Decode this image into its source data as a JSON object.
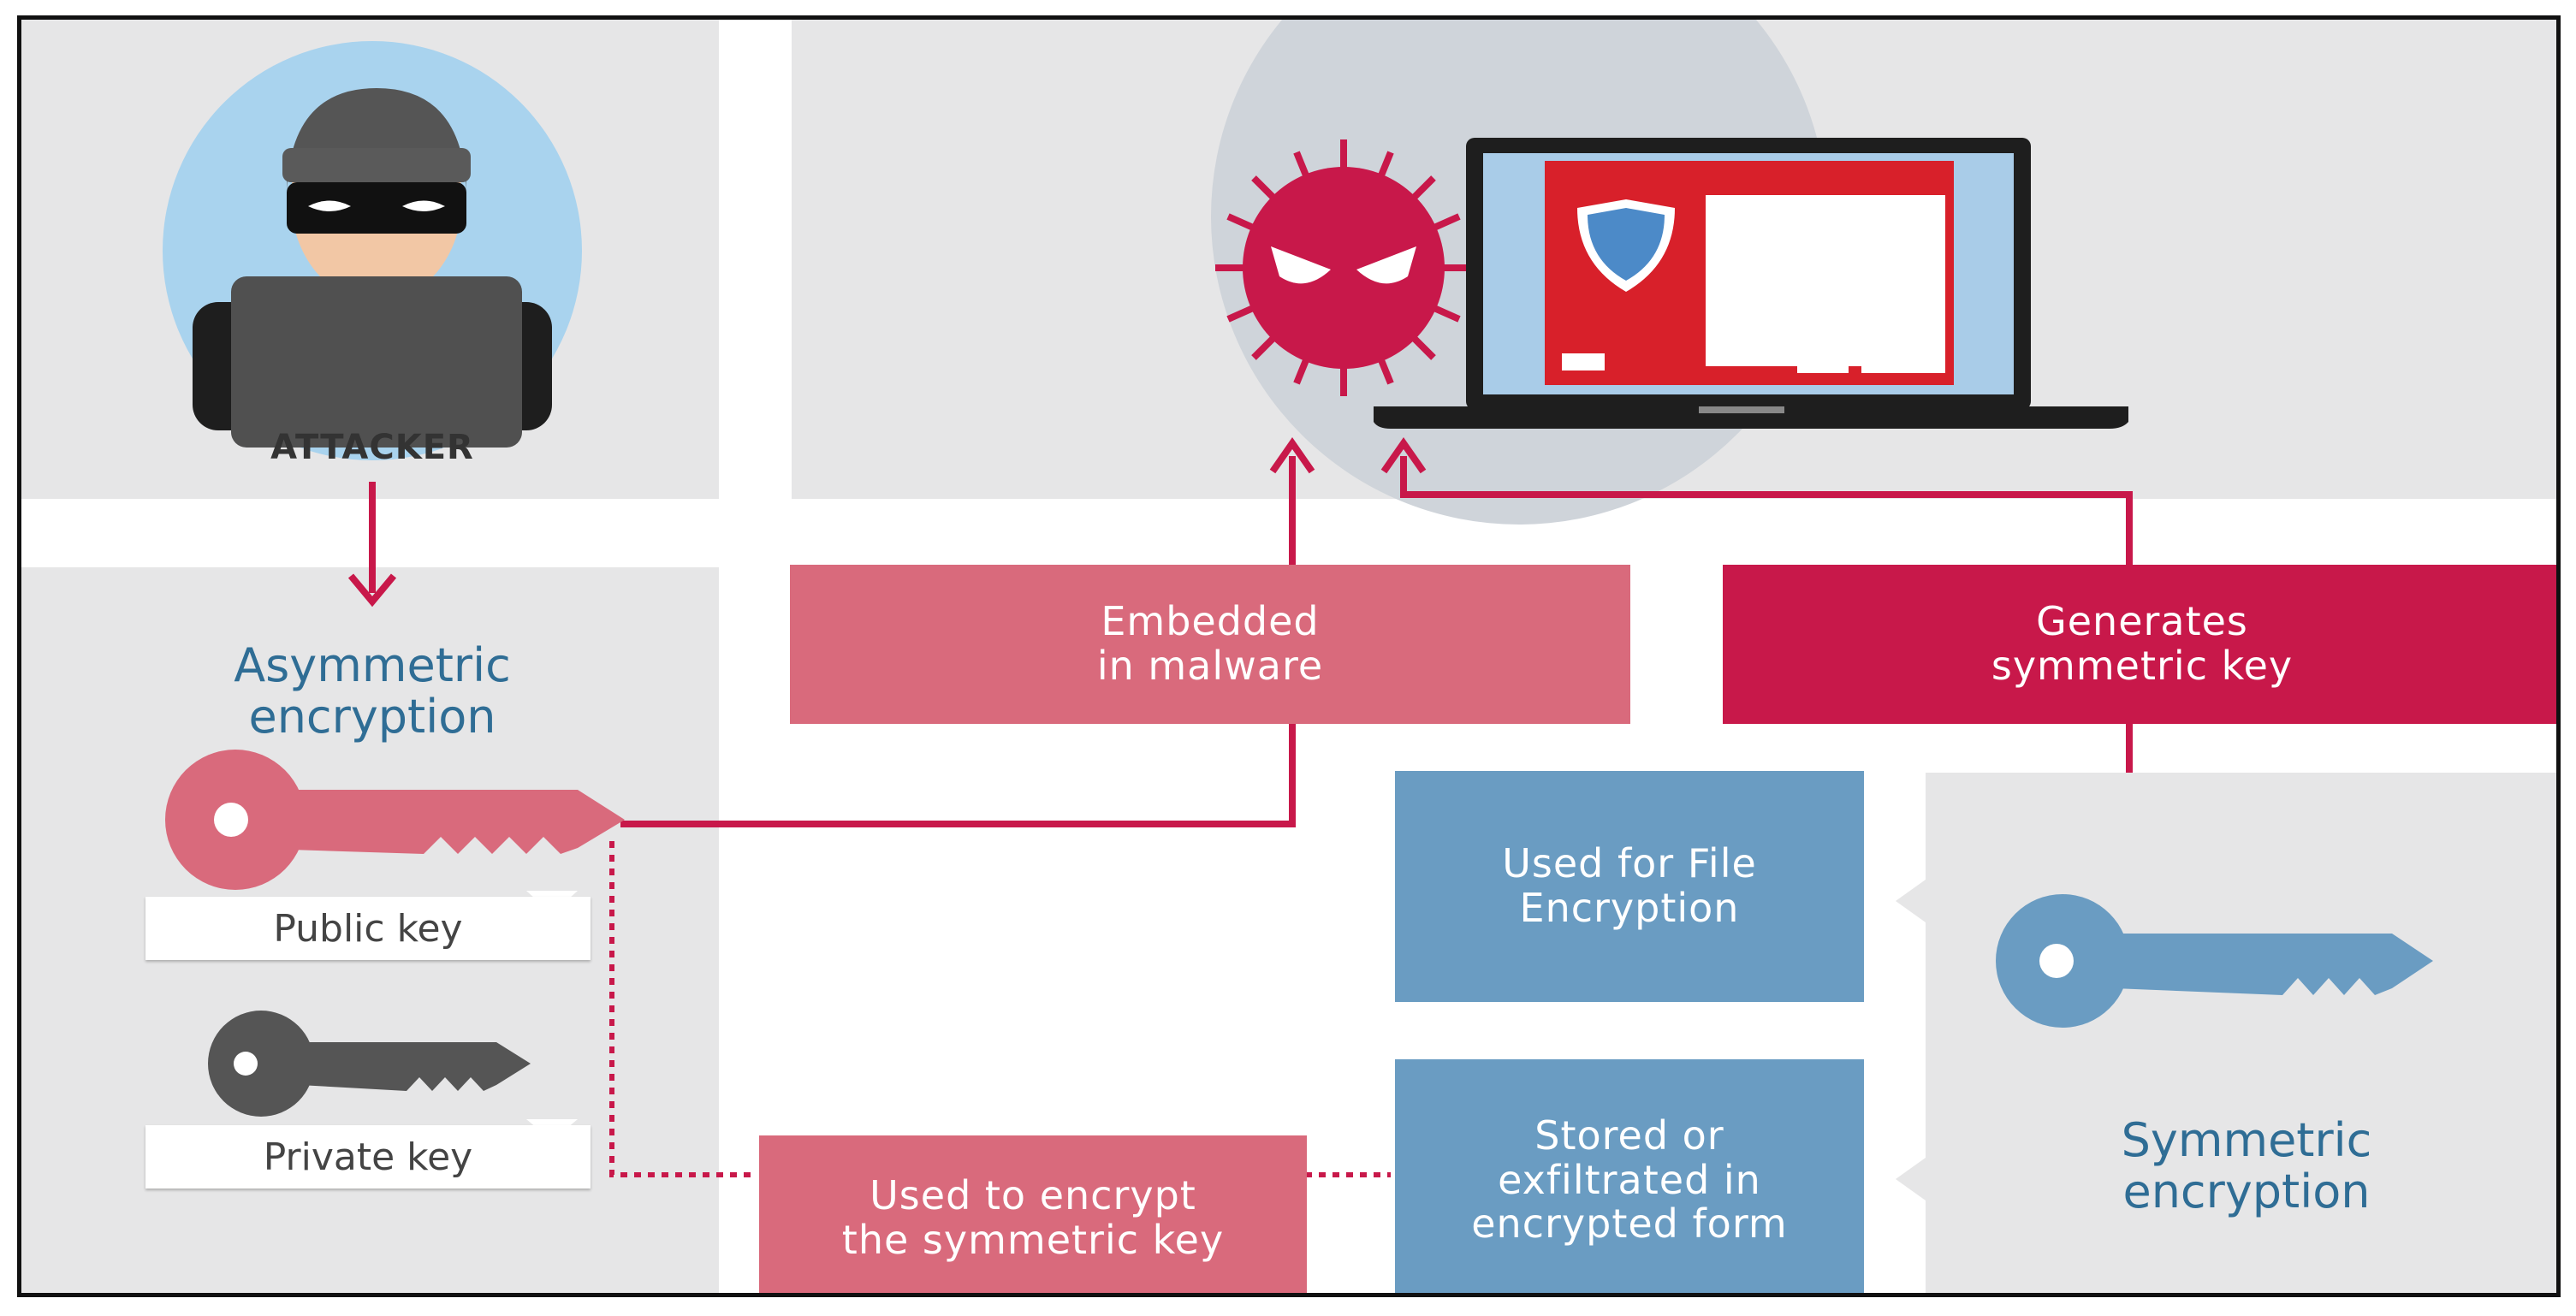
{
  "colors": {
    "panel_gray": "#e6e6e7",
    "crimson": "#c8184a",
    "pink": "#d96a7c",
    "steel_blue": "#6a9cc2",
    "dark_gray": "#555555",
    "heading_blue": "#2f6d95"
  },
  "attacker": {
    "label": "ATTACKER",
    "icon": "hacker-icon"
  },
  "asymmetric": {
    "title": "Asymmetric\nencryption",
    "public_key_label": "Public key",
    "private_key_label": "Private key"
  },
  "malware": {
    "icon": "virus-icon",
    "laptop_icon": "laptop-ransom-screen-icon"
  },
  "boxes": {
    "embedded": "Embedded\nin malware",
    "generates": "Generates\nsymmetric key",
    "file_encryption": "Used for File\nEncryption",
    "stored": "Stored or\nexfiltrated in\nencrypted form",
    "encrypt_sym": "Used to encrypt\nthe symmetric key"
  },
  "symmetric": {
    "title": "Symmetric\nencryption",
    "icon": "key-icon"
  }
}
